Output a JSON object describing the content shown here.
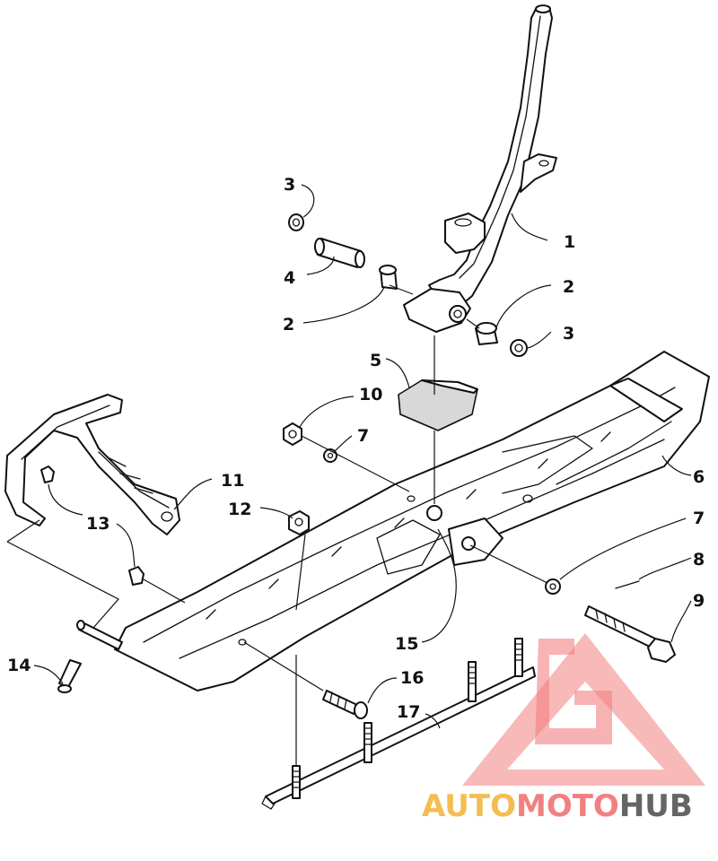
{
  "callouts": [
    {
      "id": "c1",
      "label": "1"
    },
    {
      "id": "c2a",
      "label": "2"
    },
    {
      "id": "c2b",
      "label": "2"
    },
    {
      "id": "c3a",
      "label": "3"
    },
    {
      "id": "c3b",
      "label": "3"
    },
    {
      "id": "c4",
      "label": "4"
    },
    {
      "id": "c5",
      "label": "5"
    },
    {
      "id": "c6",
      "label": "6"
    },
    {
      "id": "c7a",
      "label": "7"
    },
    {
      "id": "c7b",
      "label": "7"
    },
    {
      "id": "c8",
      "label": "8"
    },
    {
      "id": "c9",
      "label": "9"
    },
    {
      "id": "c10",
      "label": "10"
    },
    {
      "id": "c11",
      "label": "11"
    },
    {
      "id": "c12",
      "label": "12"
    },
    {
      "id": "c13",
      "label": "13"
    },
    {
      "id": "c14",
      "label": "14"
    },
    {
      "id": "c15",
      "label": "15"
    },
    {
      "id": "c16",
      "label": "16"
    },
    {
      "id": "c17",
      "label": "17"
    }
  ],
  "watermark": {
    "part1": "AUTO",
    "part2": "MOTO",
    "part3": "HUB",
    "color_gold": "#f2b233",
    "color_red": "#f06a6a",
    "color_grey": "#4b4b4b"
  }
}
